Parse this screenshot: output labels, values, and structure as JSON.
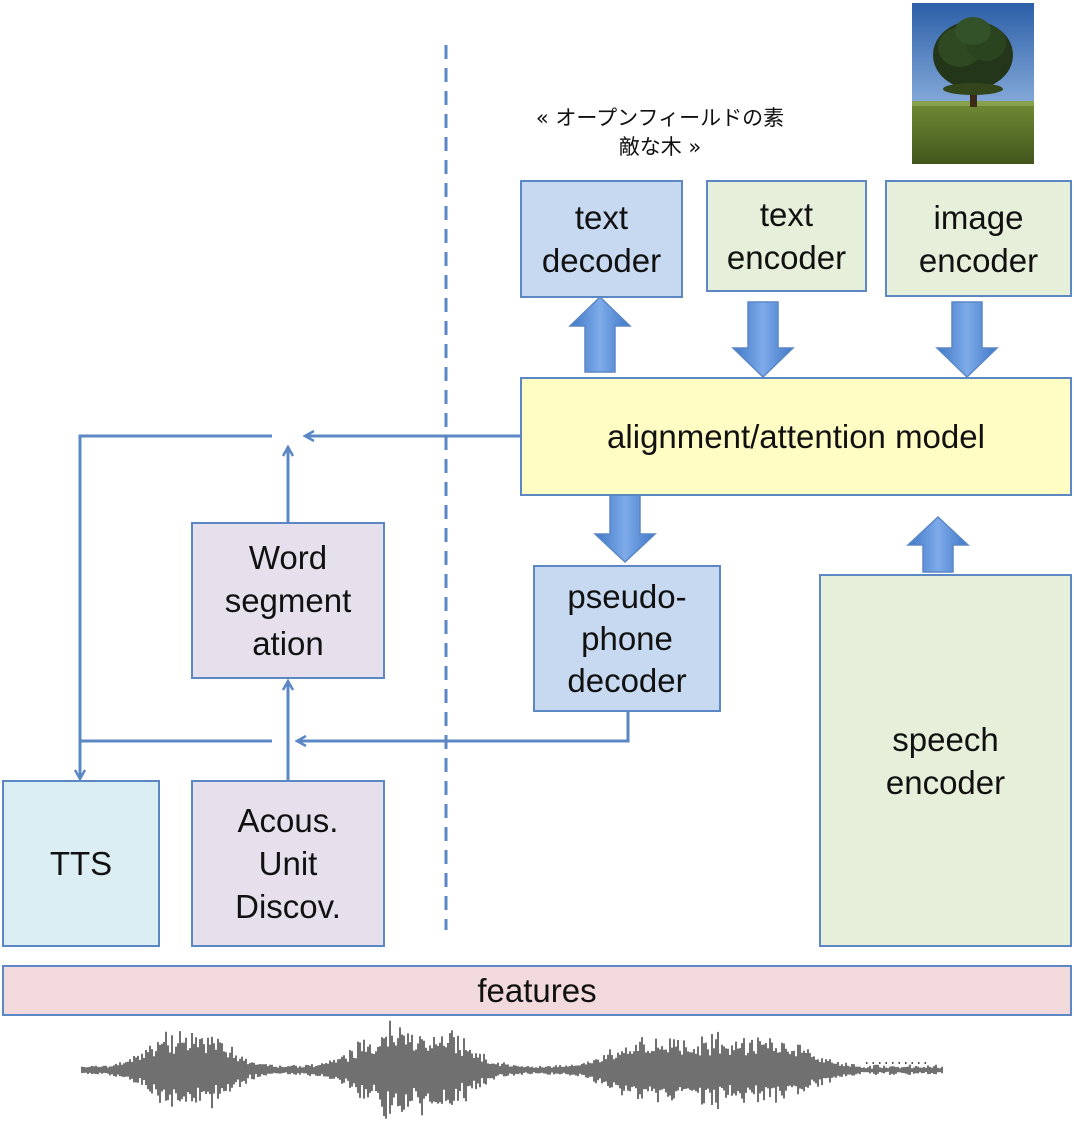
{
  "caption": "« オープンフィールドの素\n敵な木 »",
  "image_icon": "tree-in-field-photo",
  "colors": {
    "arrow": "#5b87c5",
    "text_decoder": "#c6d9f1",
    "encoder": "#e6efd9",
    "alignment": "#fffdc4",
    "word_segmentation": "#e6e0ec",
    "tts": "#dbeef4",
    "features": "#f2d9db"
  },
  "boxes": {
    "text_decoder": "text\ndecoder",
    "text_encoder": "text\nencoder",
    "image_encoder": "image\nencoder",
    "alignment": "alignment/attention model",
    "pseudo_phone_decoder": "pseudo-\nphone\ndecoder",
    "word_segmentation": "Word\nsegment\nation",
    "speech_encoder": "speech\nencoder",
    "tts": "TTS",
    "acoustic_unit_discovery": "Acous.\nUnit\nDiscov.",
    "features": "features"
  }
}
